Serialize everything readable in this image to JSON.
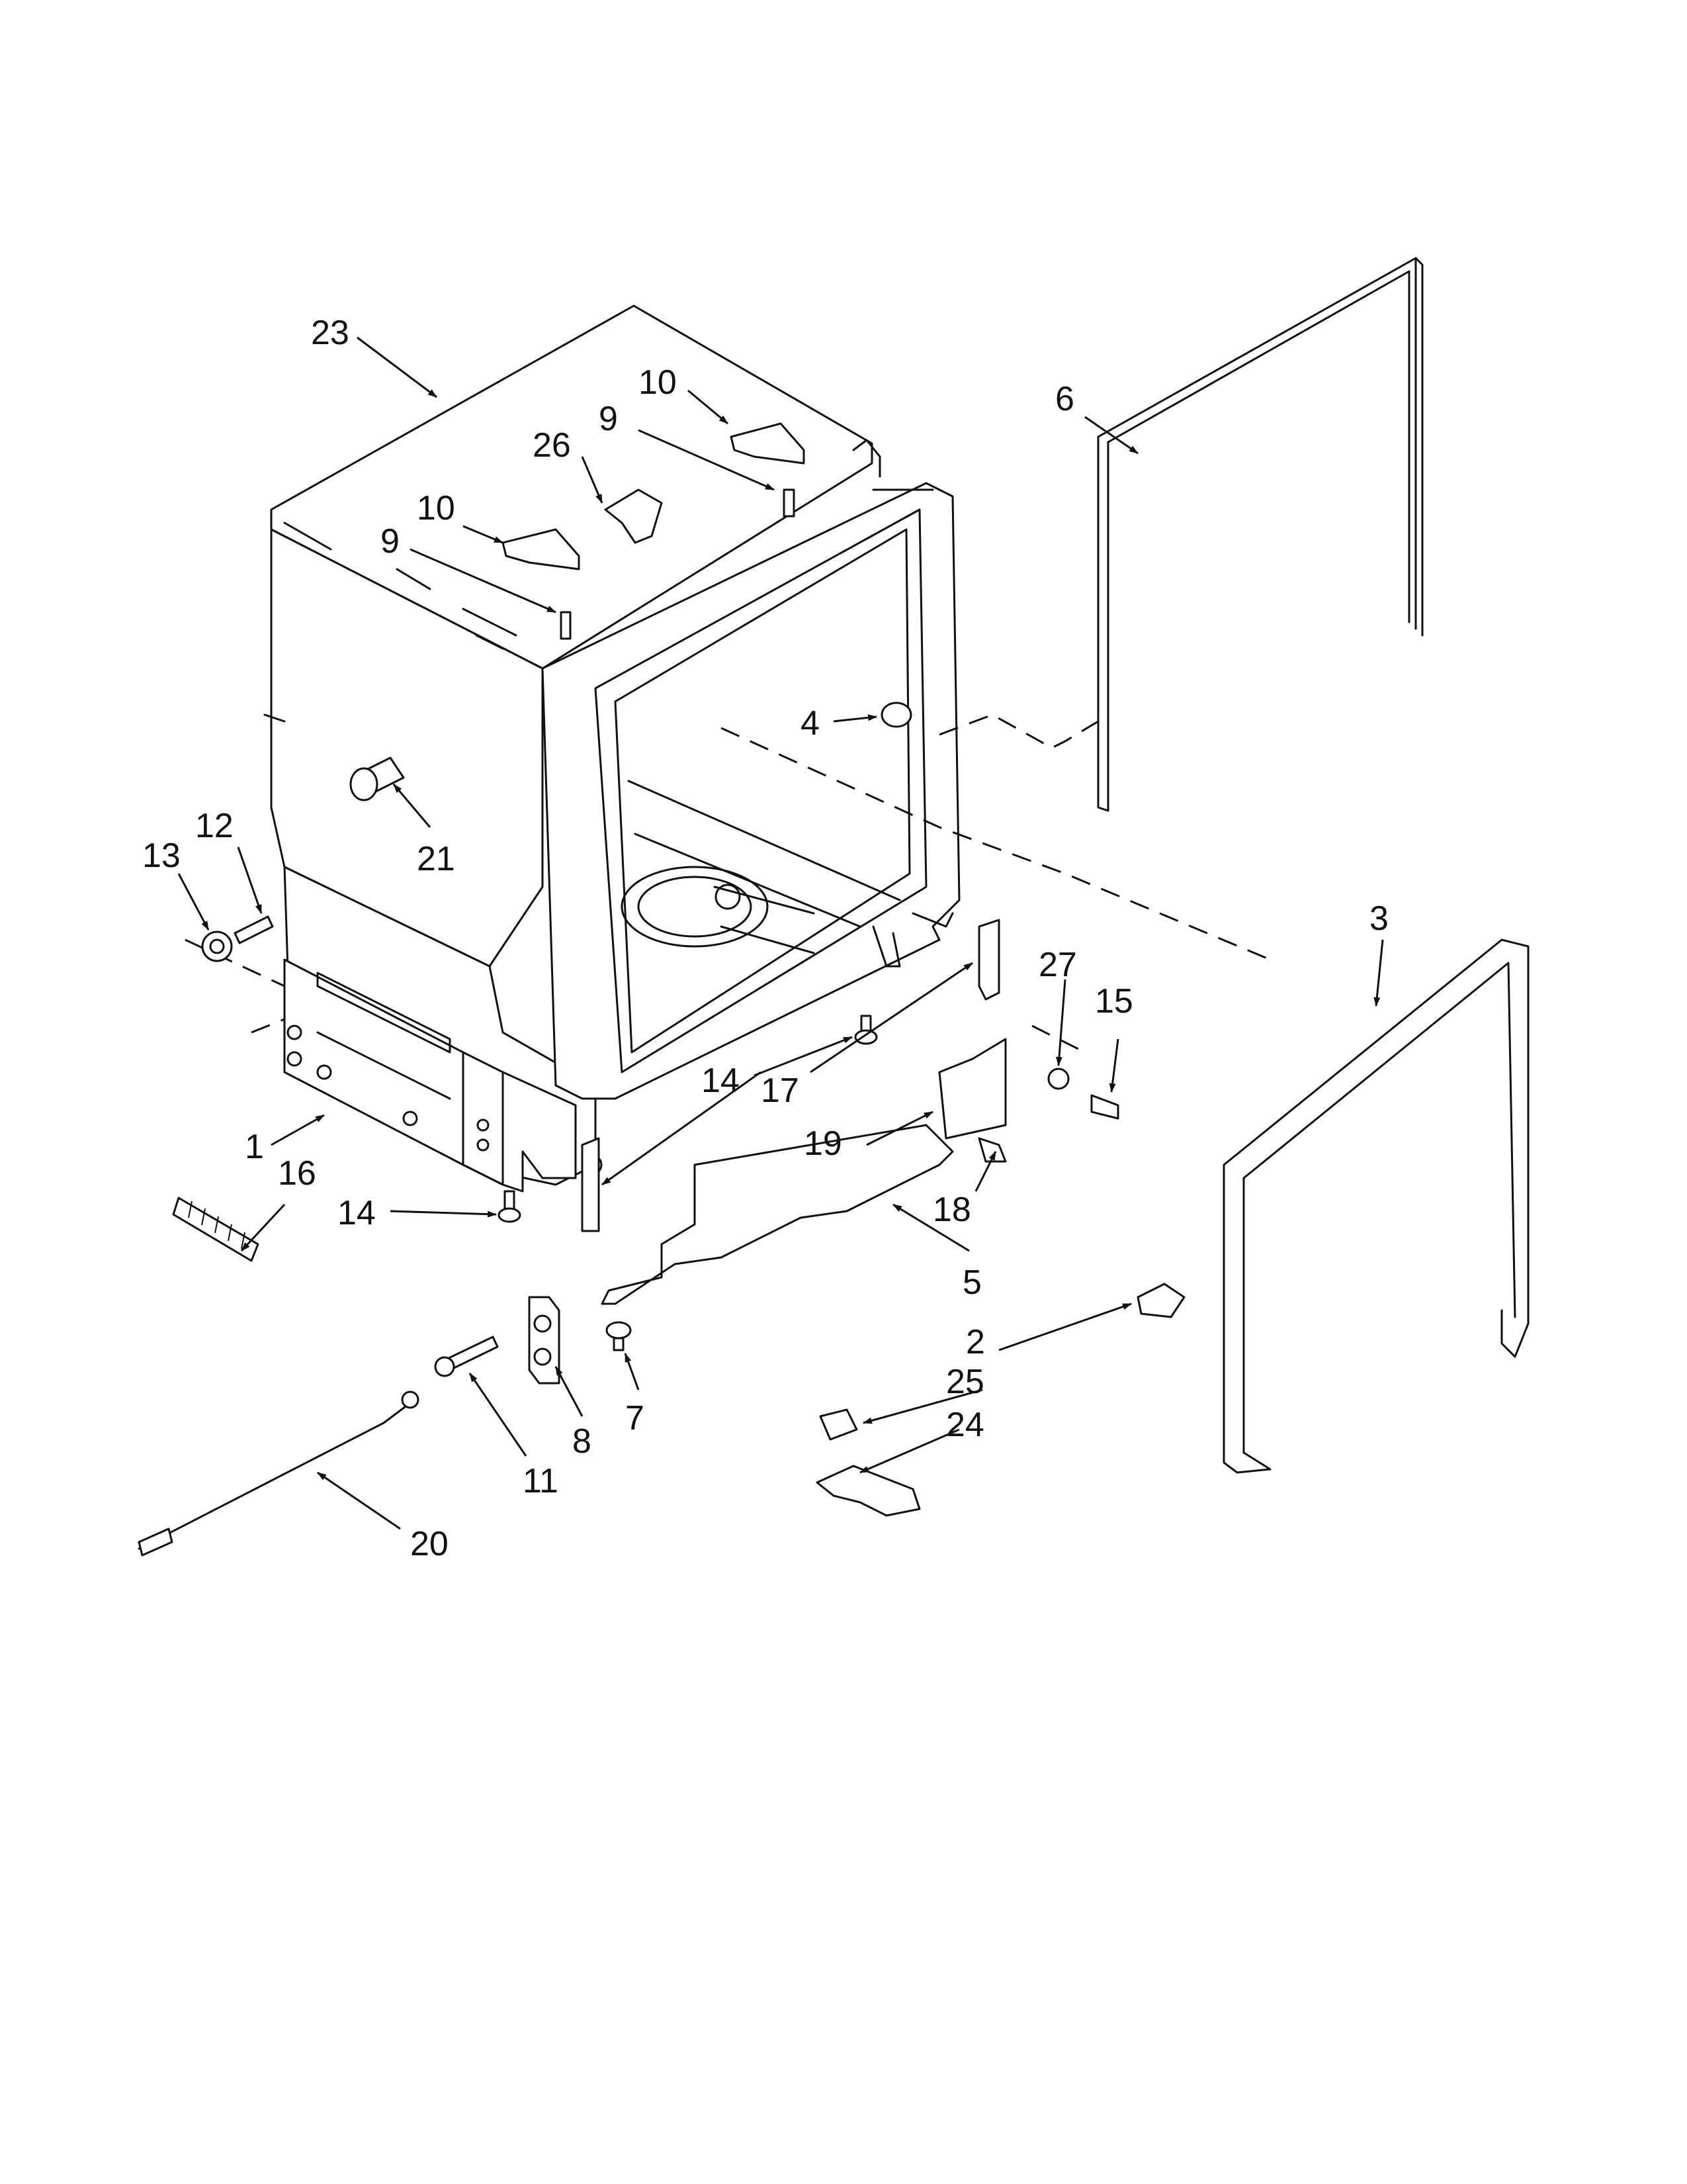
{
  "callouts": {
    "c1": "1",
    "c2": "2",
    "c3": "3",
    "c4": "4",
    "c5": "5",
    "c6": "6",
    "c7": "7",
    "c8": "8",
    "c9a": "9",
    "c9b": "9",
    "c10a": "10",
    "c10b": "10",
    "c11": "11",
    "c12": "12",
    "c13": "13",
    "c14a": "14",
    "c14b": "14",
    "c15": "15",
    "c16": "16",
    "c17": "17",
    "c18": "18",
    "c19": "19",
    "c20": "20",
    "c21": "21",
    "c23": "23",
    "c24": "24",
    "c25": "25",
    "c26": "26",
    "c27": "27"
  }
}
